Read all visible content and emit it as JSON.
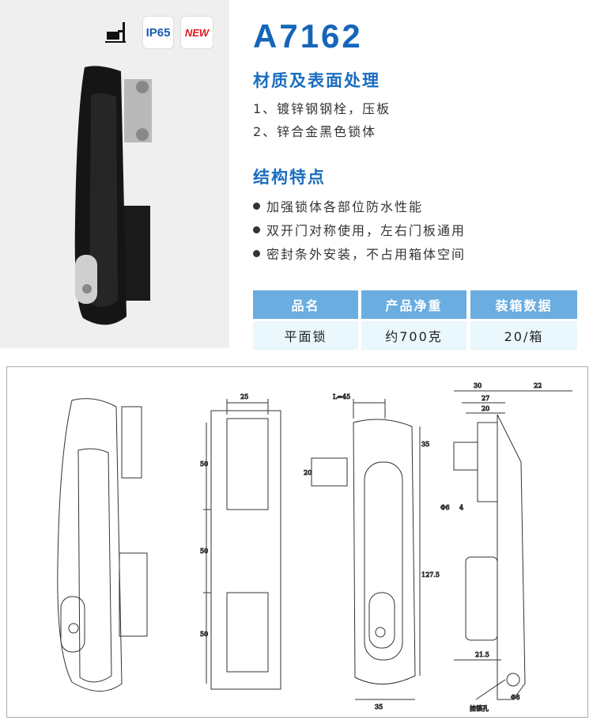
{
  "badges": {
    "ip": "IP65",
    "new": "NEW"
  },
  "product": {
    "model": "A7162"
  },
  "material": {
    "heading": "材质及表面处理",
    "items": [
      "1、镀锌钢钢栓，压板",
      "2、锌合金黑色锁体"
    ]
  },
  "features": {
    "heading": "结构特点",
    "items": [
      "加强锁体各部位防水性能",
      "双开门对称使用，左右门板通用",
      "密封条外安装，不占用箱体空间"
    ]
  },
  "table": {
    "headers": [
      "品名",
      "产品净重",
      "装箱数据"
    ],
    "row": [
      "平面锁",
      "约700克",
      "20/箱"
    ]
  },
  "drawing": {
    "dims": {
      "w25": "25",
      "h50a": "50",
      "h50b": "50",
      "h50c": "50",
      "l45": "L=45",
      "d20": "20",
      "d35top": "35",
      "d127": "127.5",
      "d35bot": "35",
      "d30": "30",
      "d27": "27",
      "d20b": "20",
      "d22": "22",
      "phi6": "Φ6",
      "d4": "4",
      "d215": "21.5",
      "phi8": "Φ8",
      "padlock": "挂锁孔"
    }
  },
  "colors": {
    "accent": "#1565b8",
    "table_header": "#6aade0",
    "table_body": "#eaf7fc"
  }
}
